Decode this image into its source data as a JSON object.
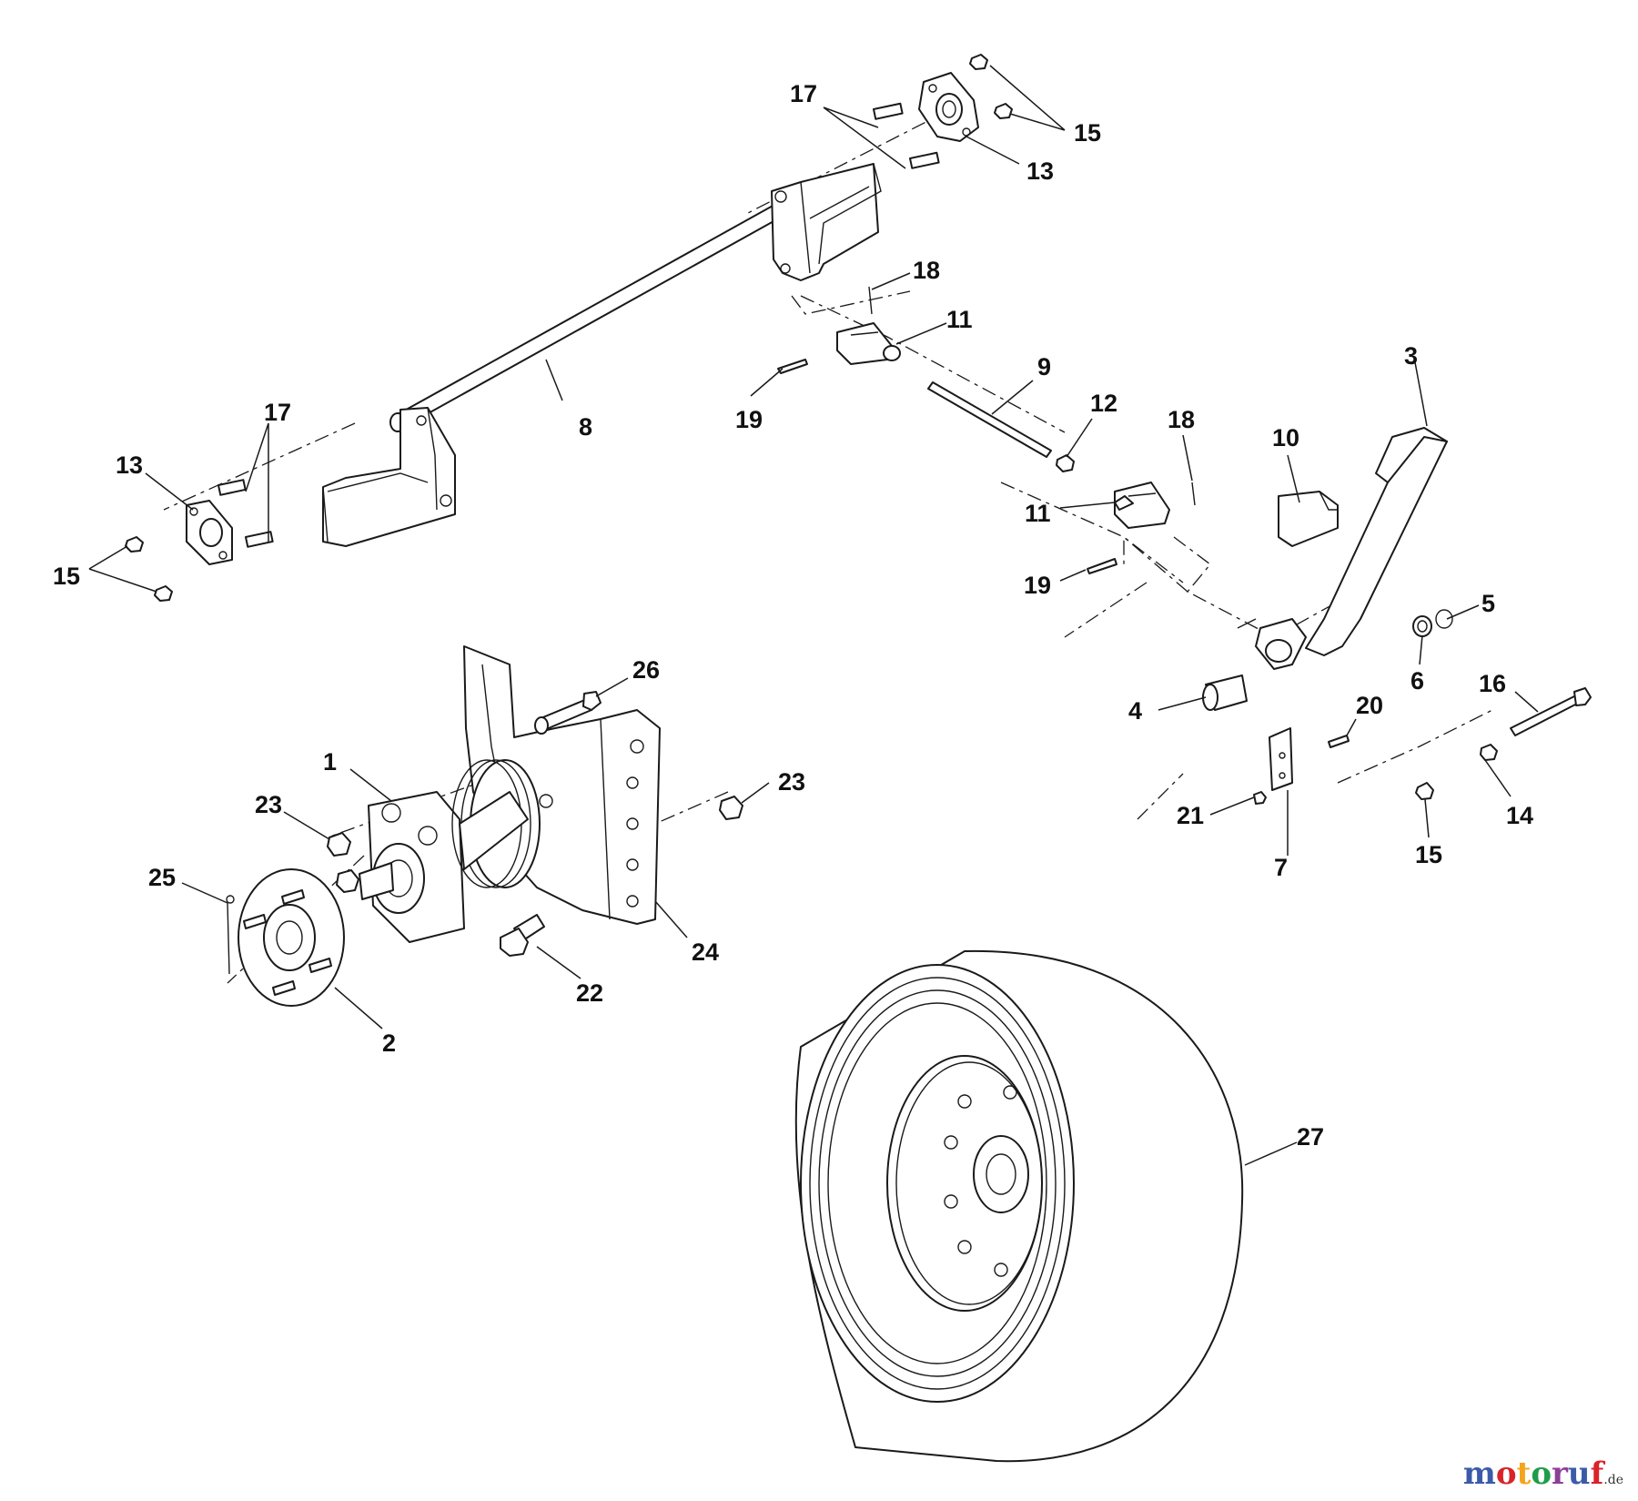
{
  "diagram": {
    "labels": [
      {
        "id": "p17a",
        "text": "17"
      },
      {
        "id": "p15a",
        "text": "15"
      },
      {
        "id": "p13a",
        "text": "13"
      },
      {
        "id": "p18a",
        "text": "18"
      },
      {
        "id": "p11a",
        "text": "11"
      },
      {
        "id": "p19a",
        "text": "19"
      },
      {
        "id": "p9",
        "text": "9"
      },
      {
        "id": "p8",
        "text": "8"
      },
      {
        "id": "p3",
        "text": "3"
      },
      {
        "id": "p12",
        "text": "12"
      },
      {
        "id": "p18b",
        "text": "18"
      },
      {
        "id": "p10",
        "text": "10"
      },
      {
        "id": "p17b",
        "text": "17"
      },
      {
        "id": "p13b",
        "text": "13"
      },
      {
        "id": "p15b",
        "text": "15"
      },
      {
        "id": "p11b",
        "text": "11"
      },
      {
        "id": "p19b",
        "text": "19"
      },
      {
        "id": "p5",
        "text": "5"
      },
      {
        "id": "p6",
        "text": "6"
      },
      {
        "id": "p4",
        "text": "4"
      },
      {
        "id": "p16",
        "text": "16"
      },
      {
        "id": "p26",
        "text": "26"
      },
      {
        "id": "p20",
        "text": "20"
      },
      {
        "id": "p1",
        "text": "1"
      },
      {
        "id": "p23a",
        "text": "23"
      },
      {
        "id": "p23b",
        "text": "23"
      },
      {
        "id": "p21",
        "text": "21"
      },
      {
        "id": "p14",
        "text": "14"
      },
      {
        "id": "p7",
        "text": "7"
      },
      {
        "id": "p15c",
        "text": "15"
      },
      {
        "id": "p25",
        "text": "25"
      },
      {
        "id": "p24",
        "text": "24"
      },
      {
        "id": "p22",
        "text": "22"
      },
      {
        "id": "p2",
        "text": "2"
      },
      {
        "id": "p27",
        "text": "27"
      }
    ]
  },
  "watermark": {
    "letters": [
      "m",
      "o",
      "t",
      "o",
      "r",
      "u",
      "f"
    ],
    "colors": [
      "#3b5ba9",
      "#d8232a",
      "#f3a51b",
      "#1f9d4a",
      "#8d3e97",
      "#3b5ba9",
      "#d8232a"
    ],
    "tld": ".de"
  }
}
